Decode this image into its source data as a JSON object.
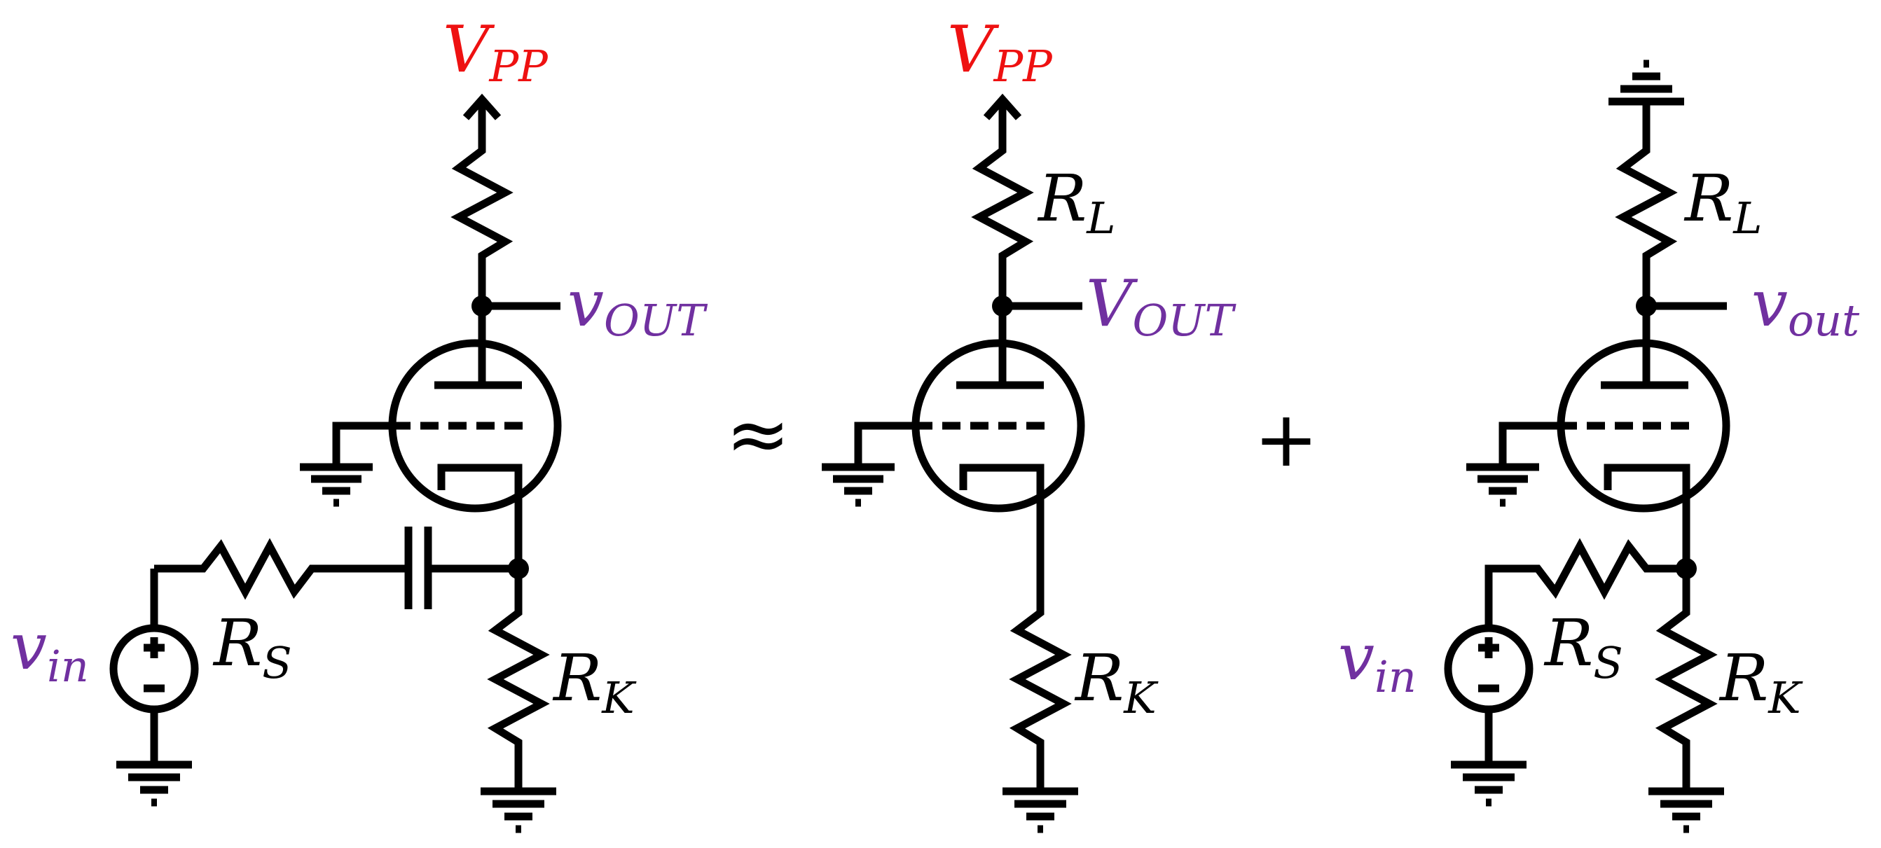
{
  "colors": {
    "wire": "#000000",
    "supply_label": "#ee1111",
    "signal_label": "#7030a0"
  },
  "left_circuit": {
    "supply": {
      "main": "V",
      "sub": "PP"
    },
    "output": {
      "main": "v",
      "sub": "OUT"
    },
    "source": {
      "main": "v",
      "sub": "in"
    },
    "rs": {
      "main": "R",
      "sub": "S"
    },
    "rk": {
      "main": "R",
      "sub": "K"
    }
  },
  "approx_symbol": "≈",
  "middle_circuit": {
    "supply": {
      "main": "V",
      "sub": "PP"
    },
    "rl": {
      "main": "R",
      "sub": "L"
    },
    "output": {
      "main": "V",
      "sub": "OUT"
    },
    "rk": {
      "main": "R",
      "sub": "K"
    }
  },
  "plus_symbol": "+",
  "right_circuit": {
    "rl": {
      "main": "R",
      "sub": "L"
    },
    "output": {
      "main": "v",
      "sub": "out"
    },
    "source": {
      "main": "v",
      "sub": "in"
    },
    "rs": {
      "main": "R",
      "sub": "S"
    },
    "rk": {
      "main": "R",
      "sub": "K"
    }
  }
}
